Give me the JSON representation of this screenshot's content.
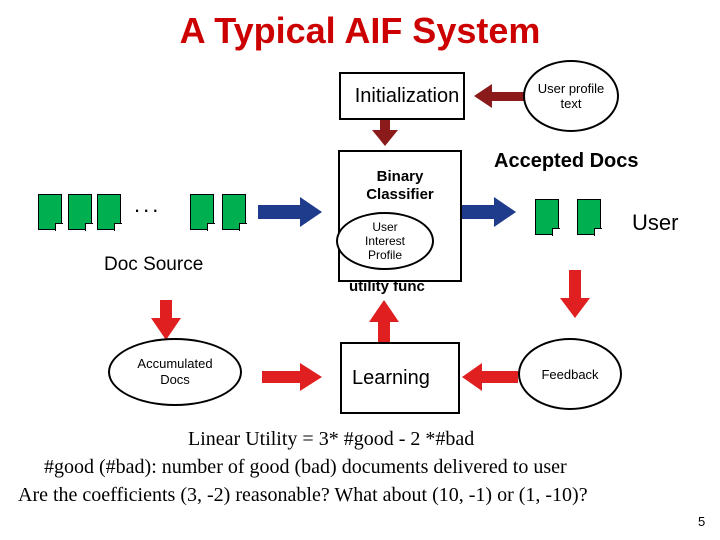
{
  "title": "A Typical AIF System",
  "colors": {
    "title": "#cc0000",
    "doc_fill": "#00b050",
    "blue_arrow": "#1f3c8c",
    "red_arrow": "#e02020",
    "dark_red_arrow": "#8b1a1a"
  },
  "nodes": {
    "initialization": "Initialization",
    "user_profile_text": "User profile text",
    "binary_classifier": "Binary Classifier",
    "user_interest_profile": "User Interest Profile",
    "utility_func": "utility func",
    "accepted_docs": "Accepted Docs",
    "user": "User",
    "doc_source": "Doc Source",
    "ellipsis": "...",
    "accumulated_docs": "Accumulated Docs",
    "learning": "Learning",
    "feedback": "Feedback"
  },
  "notes": {
    "line1": "Linear Utility = 3* #good - 2 *#bad",
    "line2": "#good (#bad):  number of good (bad) documents delivered to user",
    "line3": "Are the coefficients (3, -2) reasonable? What about (10, -1) or (1, -10)?"
  },
  "page_number": "5"
}
